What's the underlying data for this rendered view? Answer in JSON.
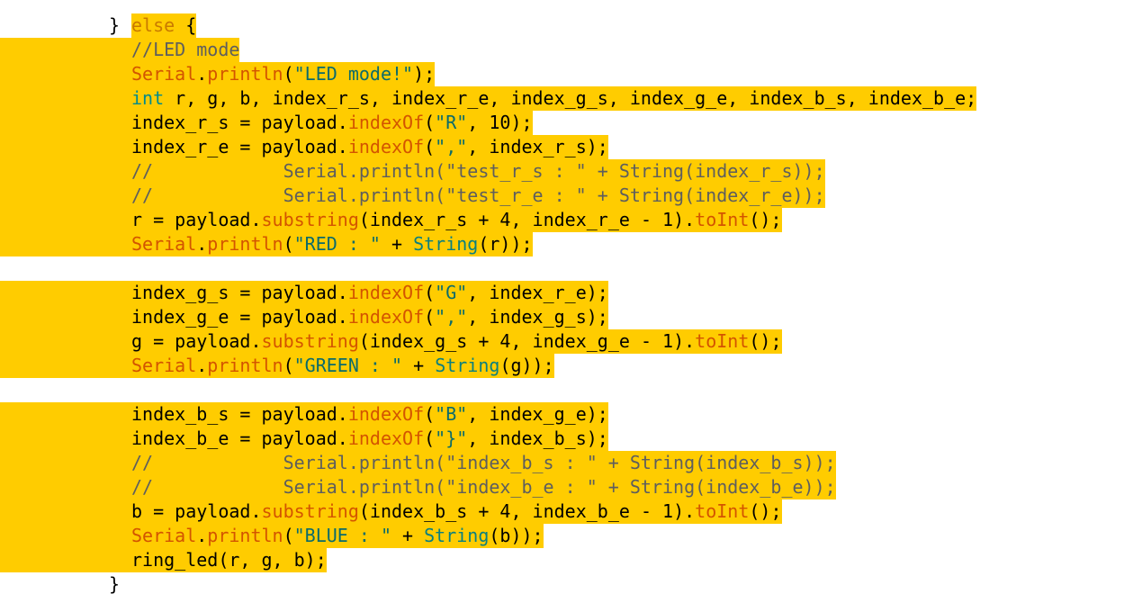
{
  "colors": {
    "background": "#ffffff",
    "selection": "#ffcc00",
    "plain": "#000000",
    "keyword": "#c97a00",
    "comment": "#5e5e5e",
    "serial": "#d35400",
    "function": "#d35400",
    "string": "#0b6b6b",
    "type": "#008b8b",
    "class": "#0a7f7f"
  },
  "lines": [
    {
      "kind": "partial",
      "tokens": [
        {
          "t": "} ",
          "c": "plain",
          "sel": false
        },
        {
          "t": "else",
          "c": "kw",
          "sel": true
        },
        {
          "t": " {",
          "c": "plain",
          "sel": true
        }
      ]
    },
    {
      "kind": "full",
      "tokens": [
        {
          "t": "//LED mode",
          "c": "cmt"
        }
      ]
    },
    {
      "kind": "full",
      "tokens": [
        {
          "t": "Serial",
          "c": "ser"
        },
        {
          "t": ".",
          "c": "plain"
        },
        {
          "t": "println",
          "c": "func"
        },
        {
          "t": "(",
          "c": "plain"
        },
        {
          "t": "\"LED mode!\"",
          "c": "str"
        },
        {
          "t": ");",
          "c": "plain"
        }
      ]
    },
    {
      "kind": "full",
      "tokens": [
        {
          "t": "int",
          "c": "type"
        },
        {
          "t": " r, g, b, index_r_s, index_r_e, index_g_s, index_g_e, index_b_s, index_b_e;",
          "c": "plain"
        }
      ]
    },
    {
      "kind": "full",
      "tokens": [
        {
          "t": "index_r_s = payload",
          "c": "plain"
        },
        {
          "t": ".",
          "c": "plain"
        },
        {
          "t": "indexOf",
          "c": "func"
        },
        {
          "t": "(",
          "c": "plain"
        },
        {
          "t": "\"R\"",
          "c": "str"
        },
        {
          "t": ", 10);",
          "c": "plain"
        }
      ]
    },
    {
      "kind": "full",
      "tokens": [
        {
          "t": "index_r_e = payload",
          "c": "plain"
        },
        {
          "t": ".",
          "c": "plain"
        },
        {
          "t": "indexOf",
          "c": "func"
        },
        {
          "t": "(",
          "c": "plain"
        },
        {
          "t": "\",\"",
          "c": "str"
        },
        {
          "t": ", index_r_s);",
          "c": "plain"
        }
      ]
    },
    {
      "kind": "full",
      "tokens": [
        {
          "t": "//            Serial.println(\"test_r_s : \" + String(index_r_s));",
          "c": "cmt"
        }
      ]
    },
    {
      "kind": "full",
      "tokens": [
        {
          "t": "//            Serial.println(\"test_r_e : \" + String(index_r_e));",
          "c": "cmt"
        }
      ]
    },
    {
      "kind": "full",
      "tokens": [
        {
          "t": "r = payload",
          "c": "plain"
        },
        {
          "t": ".",
          "c": "plain"
        },
        {
          "t": "substring",
          "c": "func"
        },
        {
          "t": "(index_r_s + 4, index_r_e - 1)",
          "c": "plain"
        },
        {
          "t": ".",
          "c": "plain"
        },
        {
          "t": "toInt",
          "c": "func"
        },
        {
          "t": "();",
          "c": "plain"
        }
      ]
    },
    {
      "kind": "full",
      "tokens": [
        {
          "t": "Serial",
          "c": "ser"
        },
        {
          "t": ".",
          "c": "plain"
        },
        {
          "t": "println",
          "c": "func"
        },
        {
          "t": "(",
          "c": "plain"
        },
        {
          "t": "\"RED : \"",
          "c": "str"
        },
        {
          "t": " + ",
          "c": "plain"
        },
        {
          "t": "String",
          "c": "cls"
        },
        {
          "t": "(r));",
          "c": "plain"
        }
      ]
    },
    {
      "kind": "empty",
      "tokens": []
    },
    {
      "kind": "full",
      "tokens": [
        {
          "t": "index_g_s = payload",
          "c": "plain"
        },
        {
          "t": ".",
          "c": "plain"
        },
        {
          "t": "indexOf",
          "c": "func"
        },
        {
          "t": "(",
          "c": "plain"
        },
        {
          "t": "\"G\"",
          "c": "str"
        },
        {
          "t": ", index_r_e);",
          "c": "plain"
        }
      ]
    },
    {
      "kind": "full",
      "tokens": [
        {
          "t": "index_g_e = payload",
          "c": "plain"
        },
        {
          "t": ".",
          "c": "plain"
        },
        {
          "t": "indexOf",
          "c": "func"
        },
        {
          "t": "(",
          "c": "plain"
        },
        {
          "t": "\",\"",
          "c": "str"
        },
        {
          "t": ", index_g_s);",
          "c": "plain"
        }
      ]
    },
    {
      "kind": "full",
      "tokens": [
        {
          "t": "g = payload",
          "c": "plain"
        },
        {
          "t": ".",
          "c": "plain"
        },
        {
          "t": "substring",
          "c": "func"
        },
        {
          "t": "(index_g_s + 4, index_g_e - 1)",
          "c": "plain"
        },
        {
          "t": ".",
          "c": "plain"
        },
        {
          "t": "toInt",
          "c": "func"
        },
        {
          "t": "();",
          "c": "plain"
        }
      ]
    },
    {
      "kind": "full",
      "tokens": [
        {
          "t": "Serial",
          "c": "ser"
        },
        {
          "t": ".",
          "c": "plain"
        },
        {
          "t": "println",
          "c": "func"
        },
        {
          "t": "(",
          "c": "plain"
        },
        {
          "t": "\"GREEN : \"",
          "c": "str"
        },
        {
          "t": " + ",
          "c": "plain"
        },
        {
          "t": "String",
          "c": "cls"
        },
        {
          "t": "(g));",
          "c": "plain"
        }
      ]
    },
    {
      "kind": "empty",
      "tokens": []
    },
    {
      "kind": "full",
      "tokens": [
        {
          "t": "index_b_s = payload",
          "c": "plain"
        },
        {
          "t": ".",
          "c": "plain"
        },
        {
          "t": "indexOf",
          "c": "func"
        },
        {
          "t": "(",
          "c": "plain"
        },
        {
          "t": "\"B\"",
          "c": "str"
        },
        {
          "t": ", index_g_e);",
          "c": "plain"
        }
      ]
    },
    {
      "kind": "full",
      "tokens": [
        {
          "t": "index_b_e = payload",
          "c": "plain"
        },
        {
          "t": ".",
          "c": "plain"
        },
        {
          "t": "indexOf",
          "c": "func"
        },
        {
          "t": "(",
          "c": "plain"
        },
        {
          "t": "\"}\"",
          "c": "str"
        },
        {
          "t": ", index_b_s);",
          "c": "plain"
        }
      ]
    },
    {
      "kind": "full",
      "tokens": [
        {
          "t": "//            Serial.println(\"index_b_s : \" + String(index_b_s));",
          "c": "cmt"
        }
      ]
    },
    {
      "kind": "full",
      "tokens": [
        {
          "t": "//            Serial.println(\"index_b_e : \" + String(index_b_e));",
          "c": "cmt"
        }
      ]
    },
    {
      "kind": "full",
      "tokens": [
        {
          "t": "b = payload",
          "c": "plain"
        },
        {
          "t": ".",
          "c": "plain"
        },
        {
          "t": "substring",
          "c": "func"
        },
        {
          "t": "(index_b_s + 4, index_b_e - 1)",
          "c": "plain"
        },
        {
          "t": ".",
          "c": "plain"
        },
        {
          "t": "toInt",
          "c": "func"
        },
        {
          "t": "();",
          "c": "plain"
        }
      ]
    },
    {
      "kind": "full",
      "tokens": [
        {
          "t": "Serial",
          "c": "ser"
        },
        {
          "t": ".",
          "c": "plain"
        },
        {
          "t": "println",
          "c": "func"
        },
        {
          "t": "(",
          "c": "plain"
        },
        {
          "t": "\"BLUE : \"",
          "c": "str"
        },
        {
          "t": " + ",
          "c": "plain"
        },
        {
          "t": "String",
          "c": "cls"
        },
        {
          "t": "(b));",
          "c": "plain"
        }
      ]
    },
    {
      "kind": "full",
      "tokens": [
        {
          "t": "ring_led(r, g, b);",
          "c": "plain"
        }
      ]
    },
    {
      "kind": "plain",
      "tokens": [
        {
          "t": "}",
          "c": "plain"
        }
      ]
    }
  ]
}
